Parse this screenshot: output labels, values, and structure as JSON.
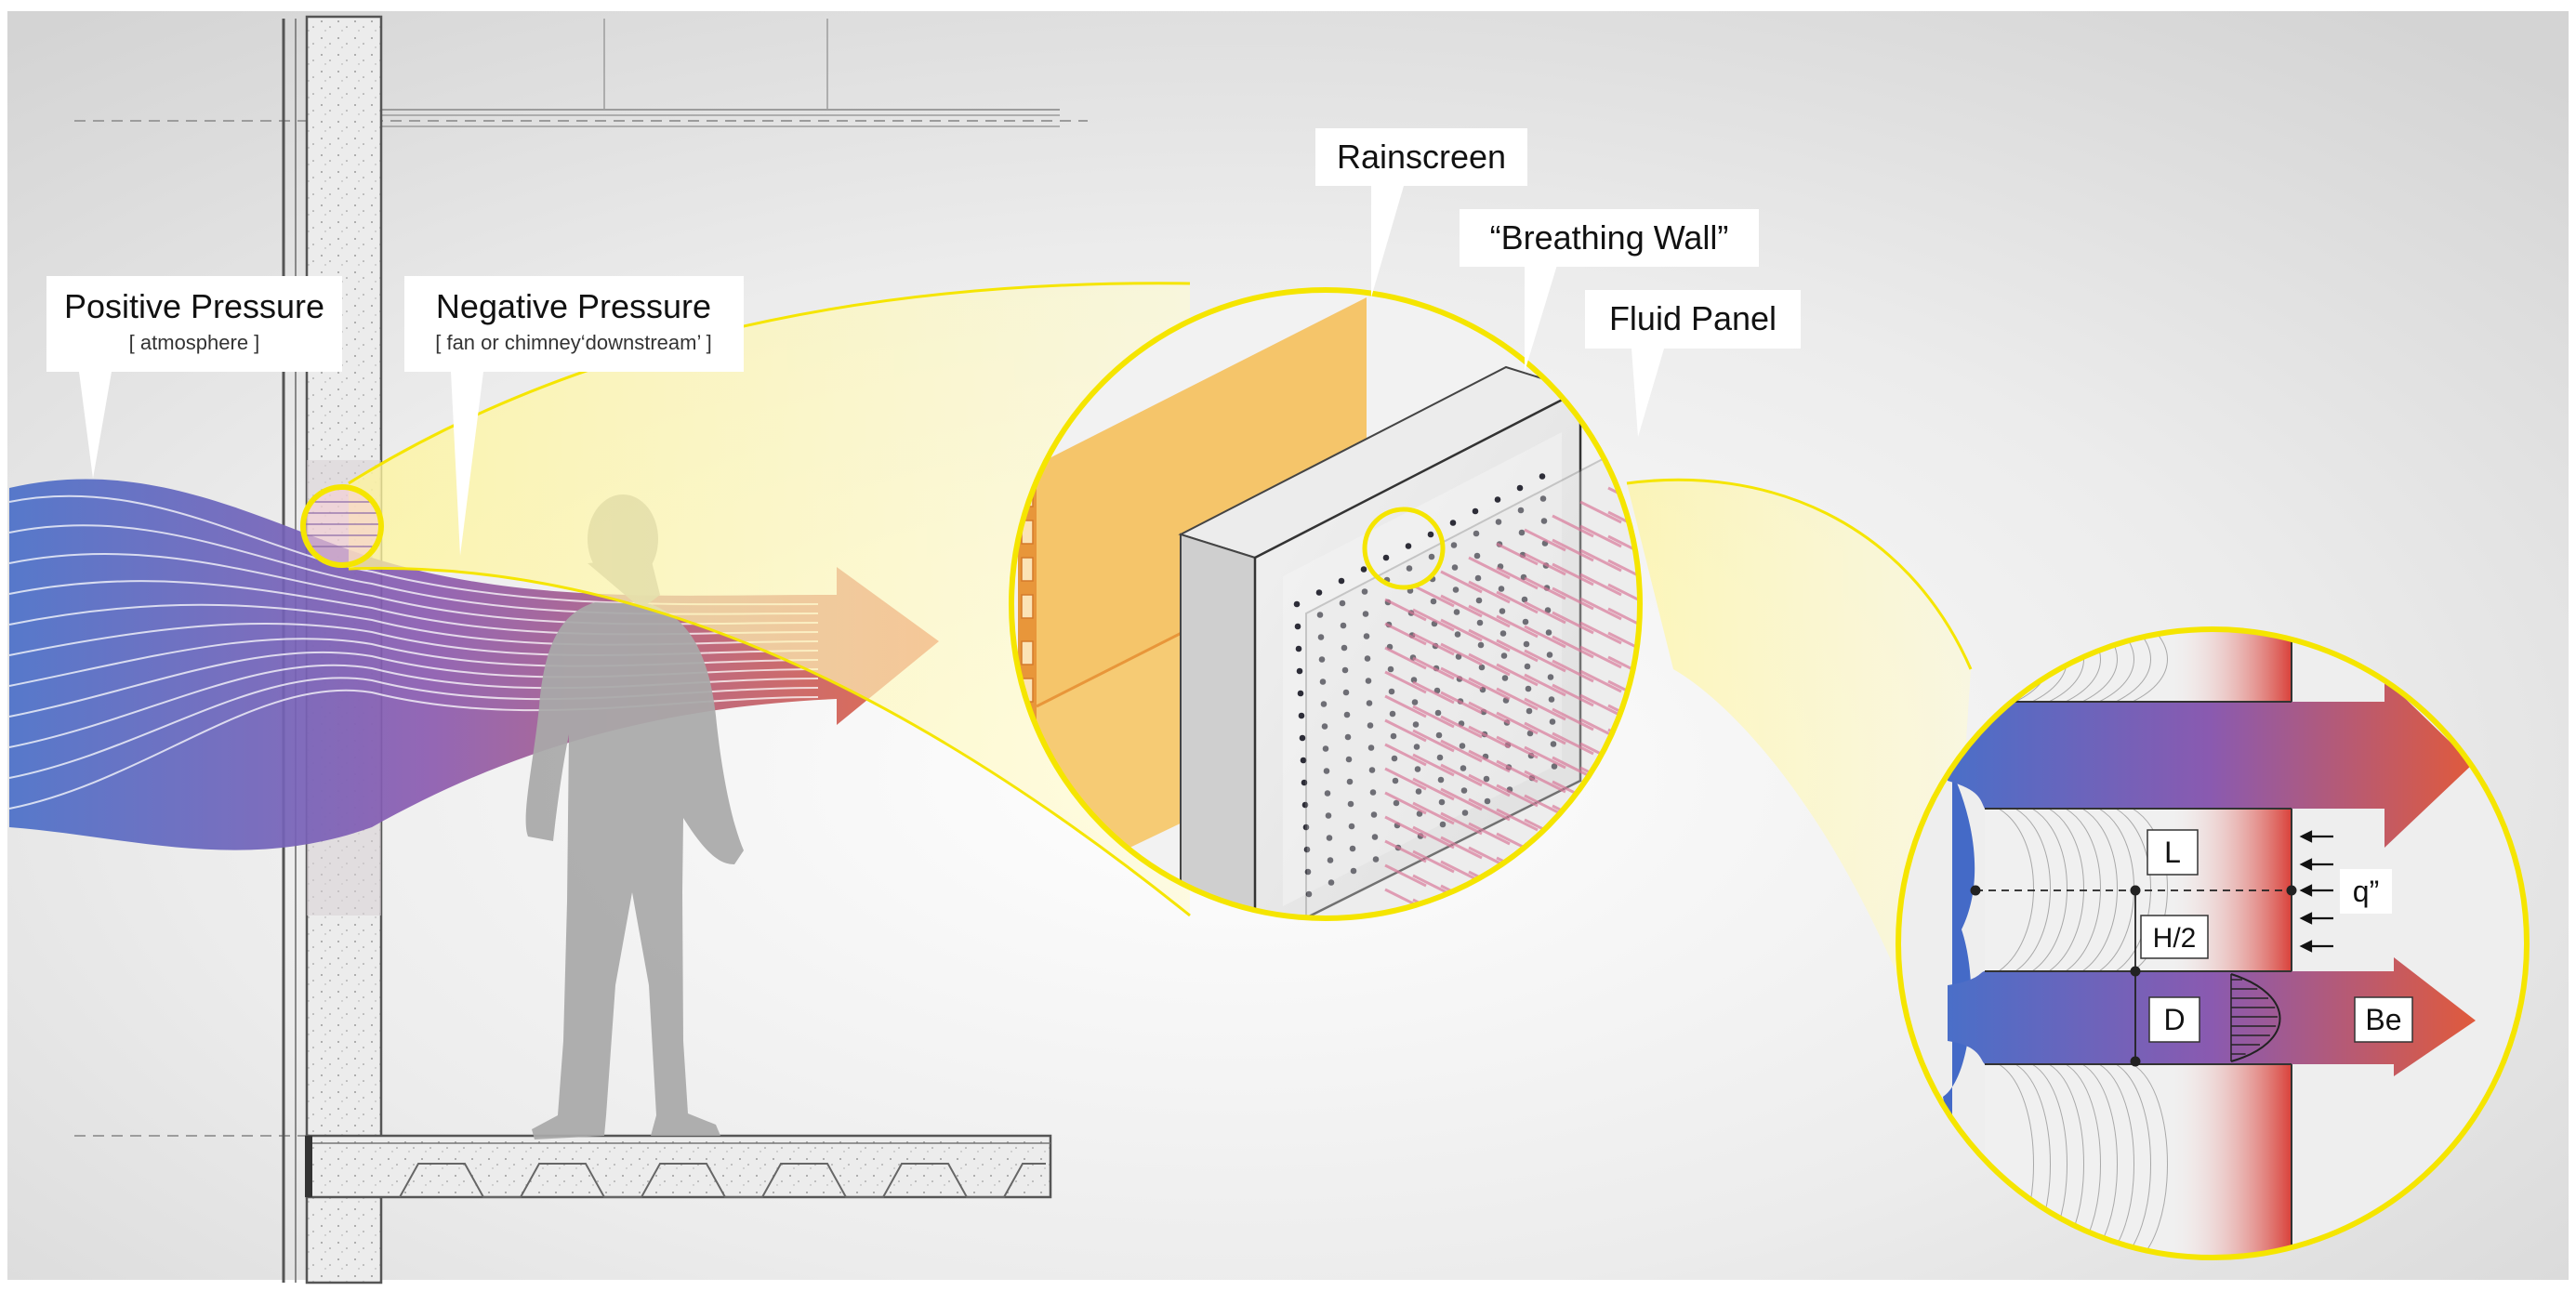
{
  "callouts": {
    "positive_pressure": {
      "title": "Positive Pressure",
      "sub": "[ atmosphere ]"
    },
    "negative_pressure": {
      "title": "Negative Pressure",
      "sub": "[ fan or chimney‘downstream’ ]"
    },
    "rainscreen": "Rainscreen",
    "breathing_wall": "“Breathing Wall”",
    "fluid_panel": "Fluid Panel"
  },
  "detail_labels": {
    "length": "L",
    "half_height": "H/2",
    "diameter": "D",
    "heat_flux": "q”",
    "bejan": "Be"
  },
  "colors": {
    "flow_start": "#4a6fc8",
    "flow_mid": "#8b5bb0",
    "flow_end": "#e2613f",
    "highlight": "#f5e500",
    "rainscreen": "#f5c56a",
    "rainscreen_edge": "#e8963a"
  }
}
